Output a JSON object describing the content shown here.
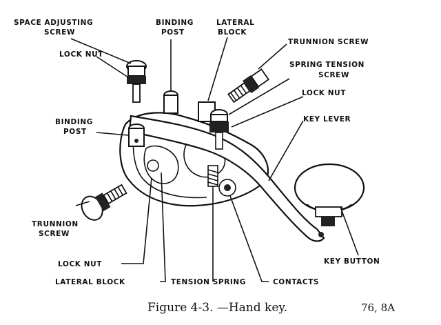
{
  "labels": {
    "space_adjusting_screw_1": "SPACE ADJUSTING",
    "space_adjusting_screw_2": "SCREW",
    "binding_post_top_1": "BINDING",
    "binding_post_top_2": "POST",
    "lateral_block_top_1": "LATERAL",
    "lateral_block_top_2": "BLOCK",
    "trunnion_screw_right": "TRUNNION SCREW",
    "spring_tension_screw_1": "SPRING TENSION",
    "spring_tension_screw_2": "SCREW",
    "lock_nut_right": "LOCK NUT",
    "lock_nut_left": "LOCK NUT",
    "binding_post_left_1": "BINDING",
    "binding_post_left_2": "POST",
    "key_lever": "KEY LEVER",
    "trunnion_screw_left_1": "TRUNNION",
    "trunnion_screw_left_2": "SCREW",
    "lock_nut_bottom": "LOCK NUT",
    "lateral_block_bottom": "LATERAL BLOCK",
    "tension_spring": "TENSION SPRING",
    "contacts": "CONTACTS",
    "key_button": "KEY BUTTON"
  },
  "caption": "Figure 4-3. —Hand key.",
  "figure_ref": "76, 8A"
}
